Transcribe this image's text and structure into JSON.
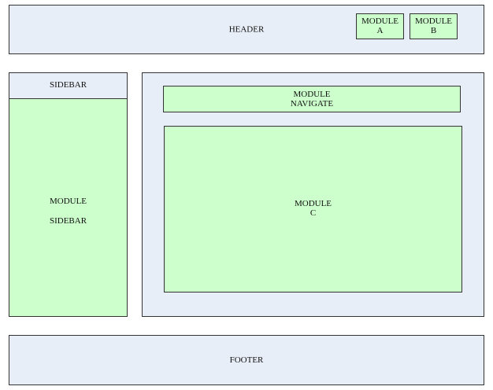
{
  "header": {
    "label": "HEADER",
    "module_a": [
      "MODULE",
      "A"
    ],
    "module_b": [
      "MODULE",
      "B"
    ]
  },
  "sidebar": {
    "label": "SIDEBAR",
    "module": [
      "MODULE",
      "SIDEBAR"
    ]
  },
  "main": {
    "module_navigate": [
      "MODULE",
      "NAVIGATE"
    ],
    "module_c": [
      "MODULE",
      "C"
    ]
  },
  "footer": {
    "label": "FOOTER"
  },
  "colors": {
    "region_fill": "#e8eef7",
    "module_fill": "#ccffcc",
    "border": "#333333"
  }
}
